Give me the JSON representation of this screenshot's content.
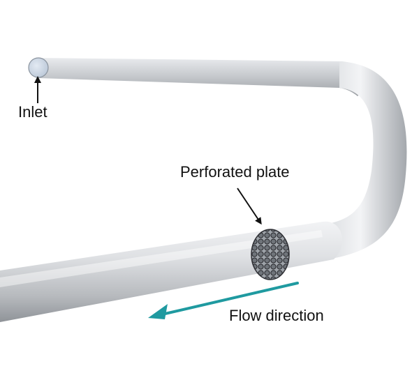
{
  "labels": {
    "inlet": "Inlet",
    "perforated_plate": "Perforated plate",
    "flow_direction": "Flow direction"
  },
  "colors": {
    "pipe_light": "#eef0f2",
    "pipe_mid": "#b9bcc0",
    "pipe_dark": "#8b8f94",
    "inlet_face": "#c9d5e3",
    "plate_mesh": "#2e2f34",
    "flow_arrow": "#1f9aa0",
    "annotation_arrow": "#111111"
  },
  "icons": {
    "annotation_arrow": "black-pointer-arrow",
    "flow_arrow": "teal-direction-arrow"
  }
}
